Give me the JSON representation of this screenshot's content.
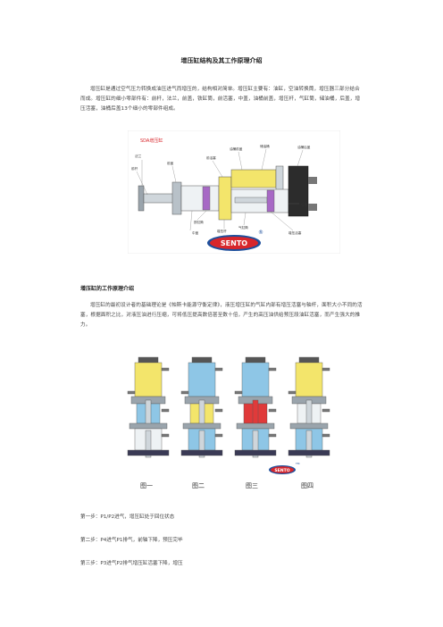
{
  "title": "增压缸结构及其工作原理介绍",
  "intro": "增压缸是通过空气压力转换成油压进气而增压的，结构相对简单。增压缸主要有：油缸，空油转换筒，增压器三部分结合而成。增压缸的细小零部件有：前杆，法兰，前盖，铁缸筒，前活塞，中盖，油桶前盖，增压杆，气缸筒，储油桶，后盖，增压活塞，油桶后盖13个细小的零部件组成。",
  "figure1": {
    "banner": "SDA增压缸",
    "labels": [
      "法兰",
      "前杆",
      "前盖",
      "前活塞",
      "油桶前盖",
      "储油桶",
      "油桶后盖",
      "中盖",
      "铁缸筒",
      "后盖",
      "增压活塞",
      "气缸筒",
      "增压杆"
    ],
    "logo": "SENTO",
    "registered": "®"
  },
  "section2": {
    "heading": "增压缸的工作原理介绍",
    "body": "增压缸的最初设计者的基础理论是《帕斯卡能源守衡定律》，液压增压缸的气缸内部有增压活塞与轴杆，面积大小不同的活塞，根据面积之比，对液压油进行压缩，可将低压提高数倍甚至数十倍，产生的高压油供给预压段油缸活塞，而产生强大的推力。"
  },
  "figure2": {
    "captions": [
      "图一",
      "图二",
      "图三",
      "图四"
    ],
    "logo": "SENTO",
    "tm": "TM"
  },
  "steps": [
    "第一步：P1/P2进气，增压缸处于回位状态",
    "第二步：P4进气P1排气，前轴下降，预压完毕",
    "第三步：P3进气P2排气增压缸活塞下降，增压"
  ],
  "colors": {
    "body_text": "#444444",
    "logo_red": "#d8262b",
    "logo_blue": "#1d4f9c",
    "oil_yellow": "#f3e56b",
    "air_blue": "#8ec6e6",
    "pressure_red": "#e03a3a"
  }
}
